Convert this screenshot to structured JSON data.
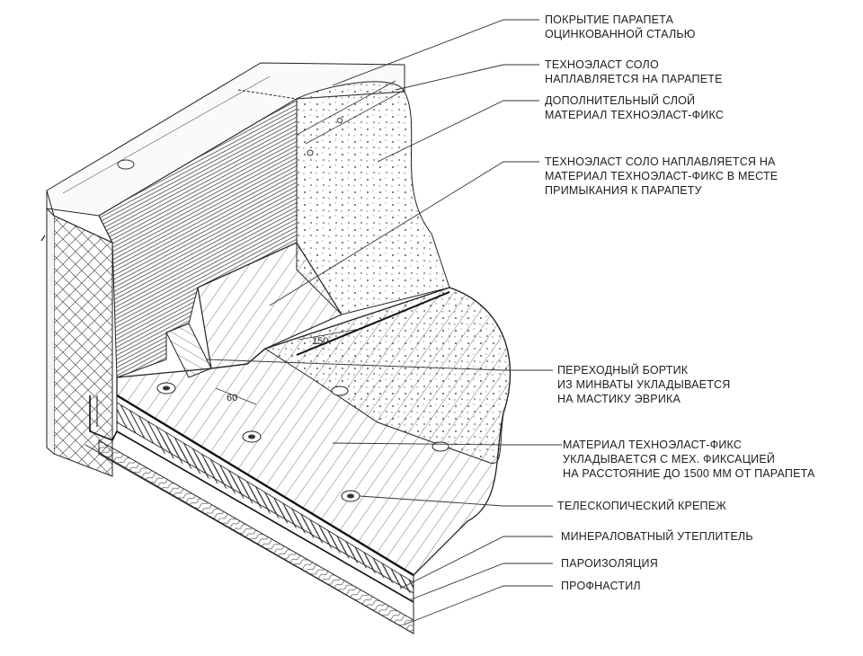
{
  "diagram": {
    "callouts": [
      {
        "id": "parapet-cover",
        "lines": [
          "ПОКРЫТИЕ ПАРАПЕТА",
          "ОЦИНКОВАННОЙ СТАЛЬЮ"
        ]
      },
      {
        "id": "tekhnoelast-parapet",
        "lines": [
          "ТЕХНОЭЛАСТ СОЛО",
          "НАПЛАВЛЯЕТСЯ НА ПАРАПЕТЕ"
        ]
      },
      {
        "id": "extra-layer",
        "lines": [
          "ДОПОЛНИТЕЛЬНЫЙ СЛОЙ",
          "МАТЕРИАЛ ТЕХНОЭЛАСТ-ФИКС"
        ]
      },
      {
        "id": "tekhnoelast-junction",
        "lines": [
          "ТЕХНОЭЛАСТ СОЛО НАПЛАВЛЯЕТСЯ НА",
          "МАТЕРИАЛ ТЕХНОЭЛАСТ-ФИКС В МЕСТЕ",
          "ПРИМЫКАНИЯ К ПАРАПЕТУ"
        ]
      },
      {
        "id": "transition-fillet",
        "lines": [
          "ПЕРЕХОДНЫЙ БОРТИК",
          "ИЗ МИНВАТЫ УКЛАДЫВАЕТСЯ",
          "НА МАСТИКУ ЭВРИКА"
        ]
      },
      {
        "id": "fix-material",
        "lines": [
          "МАТЕРИАЛ ТЕХНОЭЛАСТ-ФИКС",
          "УКЛАДЫВАЕТСЯ С МЕХ. ФИКСАЦИЕЙ",
          "НА РАССТОЯНИЕ ДО 1500 ММ ОТ ПАРАПЕТА"
        ]
      },
      {
        "id": "telescopic-fastener",
        "lines": [
          "ТЕЛЕСКОПИЧЕСКИЙ КРЕПЕЖ"
        ]
      },
      {
        "id": "mineral-wool",
        "lines": [
          "МИНЕРАЛОВАТНЫЙ УТЕПЛИТЕЛЬ"
        ]
      },
      {
        "id": "vapor-barrier",
        "lines": [
          "ПАРОИЗОЛЯЦИЯ"
        ]
      },
      {
        "id": "profiled-sheet",
        "lines": [
          "ПРОФНАСТИЛ"
        ]
      }
    ],
    "dimensions": {
      "upstand_width": "150",
      "fillet_angle": "60"
    }
  }
}
